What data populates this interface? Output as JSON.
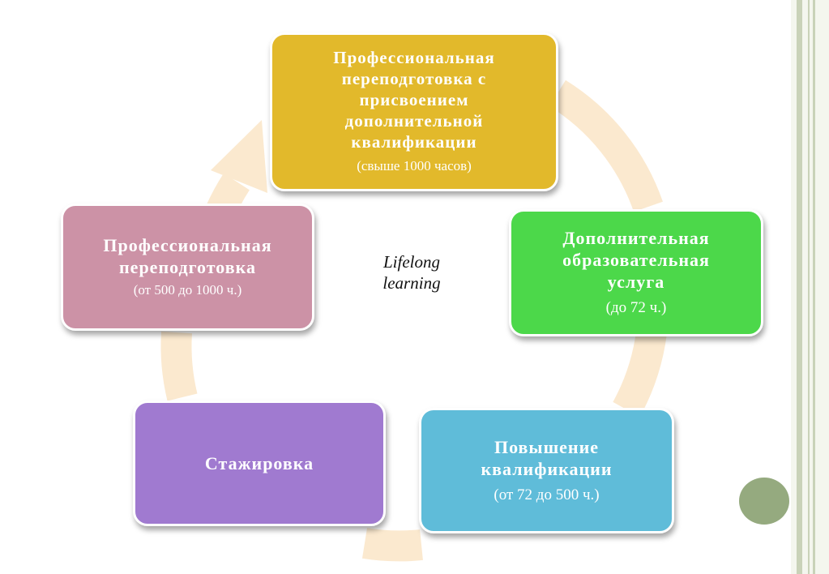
{
  "center_label": "Lifelong\nlearning",
  "nodes": {
    "top": {
      "title": "Профессиональная\nпереподготовка с\nприсвоением\nдополнительной\nквалификации",
      "sub": "(свыше 1000 часов)"
    },
    "right": {
      "title": "Дополнительная\nобразовательная\nуслуга",
      "sub": "(до 72 ч.)"
    },
    "bottom_right": {
      "title": "Повышение\nквалификации",
      "sub": "(от 72 до 500 ч.)"
    },
    "bottom_left": {
      "title": "Стажировка"
    },
    "left": {
      "title": "Профессиональная\nпереподготовка",
      "sub": "(от 500 до 1000 ч.)"
    }
  },
  "colors": {
    "top": "#e2b92b",
    "right": "#4cd84a",
    "bottom_right": "#5fbcd9",
    "bottom_left": "#a07ad0",
    "left": "#cc92a6",
    "cycle_arrow": "#fbe9cf",
    "frame_rail": "#c9d2b8",
    "accent_dot": "#95aa7f"
  }
}
